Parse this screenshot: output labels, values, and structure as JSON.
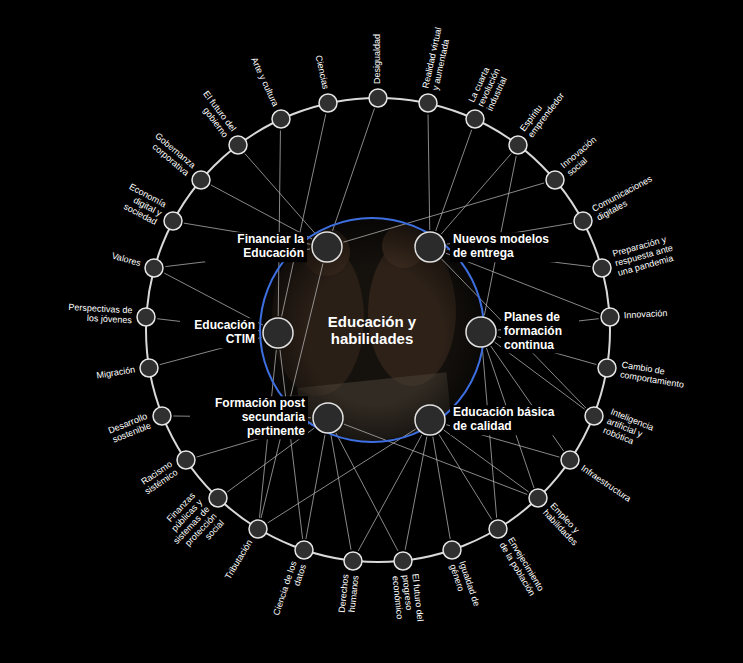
{
  "diagram": {
    "nodes": [
      {
        "text": [
          "Educación y habilidades"
        ]
      },
      {
        "text": [
          "Financiar la Educación"
        ]
      },
      {
        "text": [
          "Nuevos modelos de entrega"
        ]
      },
      {
        "text": [
          "Educación CTIM"
        ]
      },
      {
        "text": [
          "Planes de formación continua"
        ]
      },
      {
        "text": [
          "Formación post secundaria pertinente"
        ]
      },
      {
        "text": [
          "Educación básica de calidad"
        ]
      },
      {
        "text": [
          "Desigualdad"
        ]
      },
      {
        "text": [
          "Realidad virtual y aumentada"
        ]
      },
      {
        "text": [
          "La cuarta revolución industrial"
        ]
      },
      {
        "text": [
          "Espíritu emprendedor"
        ]
      },
      {
        "text": [
          "Innovación social"
        ]
      },
      {
        "text": [
          "Comunicaciones digitales"
        ]
      },
      {
        "text": [
          "Preparación y respuesta ante una pandemia"
        ]
      },
      {
        "text": [
          "Innovación"
        ]
      },
      {
        "text": [
          "Cambio de comportamiento"
        ]
      },
      {
        "text": [
          "Inteligencia artificial y robótica"
        ]
      },
      {
        "text": [
          "Infraestructura"
        ]
      },
      {
        "text": [
          "Empleo y habilidades"
        ]
      },
      {
        "text": [
          "Envejecimiento de la población"
        ]
      },
      {
        "text": [
          "Igualdad de género"
        ]
      },
      {
        "text": [
          "El futuro del progreso económico"
        ]
      },
      {
        "text": [
          "Derechos humanos"
        ]
      },
      {
        "text": [
          "Ciencia de los datos"
        ]
      },
      {
        "text": [
          "Tributación"
        ]
      },
      {
        "text": [
          "Finanzas públicas y sistemas de protección social"
        ]
      },
      {
        "text": [
          "Racismo sistémico"
        ]
      },
      {
        "text": [
          "Desarrollo sostenible"
        ]
      },
      {
        "text": [
          "Migración"
        ]
      },
      {
        "text": [
          "Perspectivas de los jóvenes"
        ]
      },
      {
        "text": [
          "Valores"
        ]
      },
      {
        "text": [
          "Economía digital y sociedad"
        ]
      },
      {
        "text": [
          "Gobernanza corporativa"
        ]
      },
      {
        "text": [
          "El futuro del gobierno"
        ]
      },
      {
        "text": [
          "Arte y cultura"
        ]
      },
      {
        "text": [
          "Ciencias"
        ]
      }
    ],
    "edges": [
      {
        "from": 1,
        "to": 7,
        "arrow": "none"
      },
      {
        "from": 1,
        "to": 24,
        "arrow": "none"
      },
      {
        "from": 1,
        "to": 30,
        "arrow": "none"
      },
      {
        "from": 1,
        "to": 31,
        "arrow": "none"
      },
      {
        "from": 1,
        "to": 32,
        "arrow": "none"
      },
      {
        "from": 1,
        "to": 33,
        "arrow": "none"
      },
      {
        "from": 1,
        "to": 11,
        "arrow": "none"
      },
      {
        "from": 2,
        "to": 8,
        "arrow": "none"
      },
      {
        "from": 2,
        "to": 9,
        "arrow": "none"
      },
      {
        "from": 2,
        "to": 10,
        "arrow": "none"
      },
      {
        "from": 2,
        "to": 12,
        "arrow": "none"
      },
      {
        "from": 2,
        "to": 13,
        "arrow": "none"
      },
      {
        "from": 2,
        "to": 14,
        "arrow": "none"
      },
      {
        "from": 2,
        "to": 16,
        "arrow": "none"
      },
      {
        "from": 3,
        "to": 34,
        "arrow": "none"
      },
      {
        "from": 3,
        "to": 35,
        "arrow": "none"
      },
      {
        "from": 3,
        "to": 23,
        "arrow": "none"
      },
      {
        "from": 3,
        "to": 28,
        "arrow": "none"
      },
      {
        "from": 3,
        "to": 29,
        "arrow": "none"
      },
      {
        "from": 3,
        "to": 30,
        "arrow": "none"
      },
      {
        "from": 3,
        "to": 24,
        "arrow": "none"
      },
      {
        "from": 4,
        "to": 10,
        "arrow": "none"
      },
      {
        "from": 4,
        "to": 14,
        "arrow": "none"
      },
      {
        "from": 4,
        "to": 15,
        "arrow": "none"
      },
      {
        "from": 4,
        "to": 16,
        "arrow": "none"
      },
      {
        "from": 4,
        "to": 17,
        "arrow": "none"
      },
      {
        "from": 4,
        "to": 18,
        "arrow": "none"
      },
      {
        "from": 4,
        "to": 19,
        "arrow": "none"
      },
      {
        "from": 5,
        "to": 18,
        "arrow": "none"
      },
      {
        "from": 5,
        "to": 21,
        "arrow": "none"
      },
      {
        "from": 5,
        "to": 22,
        "arrow": "none"
      },
      {
        "from": 5,
        "to": 23,
        "arrow": "none"
      },
      {
        "from": 5,
        "to": 25,
        "arrow": "none"
      },
      {
        "from": 5,
        "to": 26,
        "arrow": "none"
      },
      {
        "from": 5,
        "to": 27,
        "arrow": "none"
      },
      {
        "from": 6,
        "to": 17,
        "arrow": "none"
      },
      {
        "from": 6,
        "to": 18,
        "arrow": "none"
      },
      {
        "from": 6,
        "to": 19,
        "arrow": "none"
      },
      {
        "from": 6,
        "to": 20,
        "arrow": "none"
      },
      {
        "from": 6,
        "to": 21,
        "arrow": "none"
      },
      {
        "from": 6,
        "to": 22,
        "arrow": "none"
      },
      {
        "from": 6,
        "to": 24,
        "arrow": "none"
      }
    ]
  }
}
